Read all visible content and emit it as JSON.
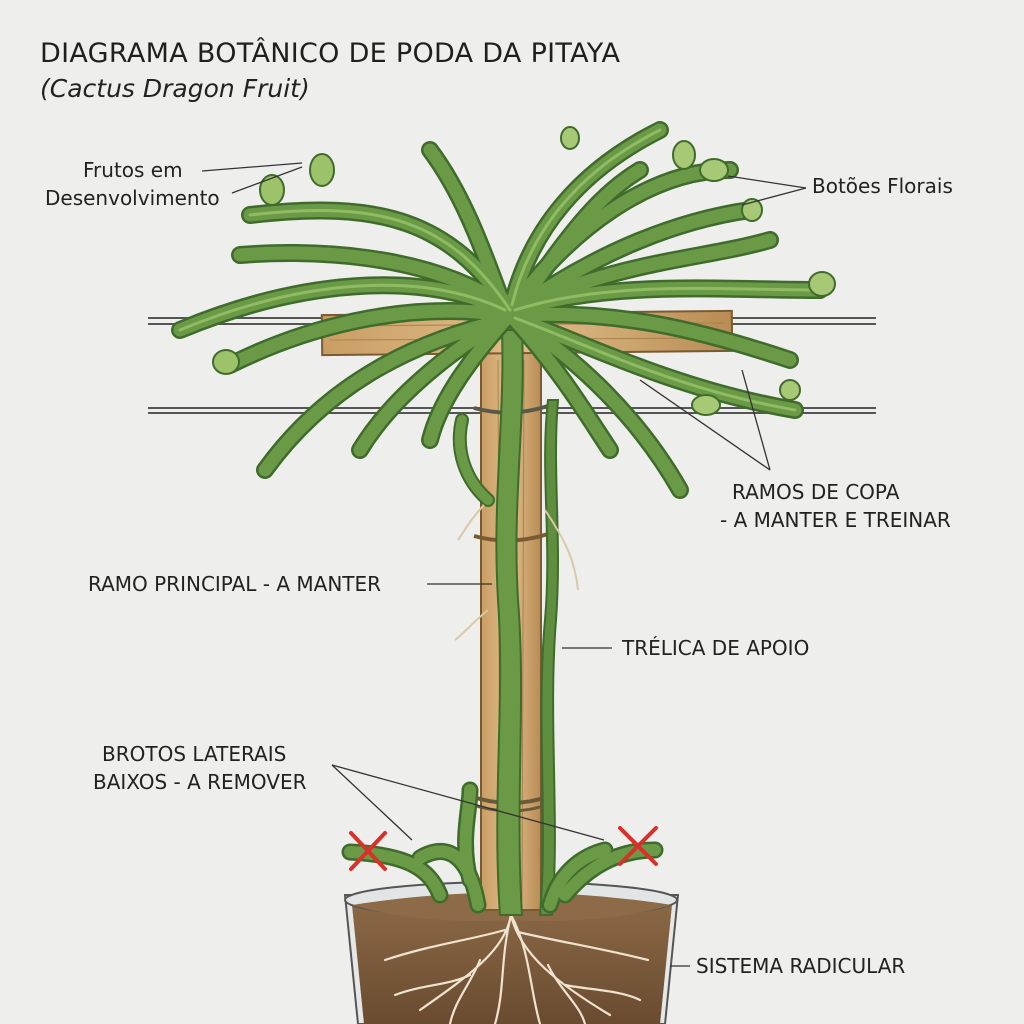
{
  "header": {
    "title": "DIAGRAMA BOTÂNICO DE PODA DA PITAYA",
    "subtitle": "(Cactus Dragon Fruit)"
  },
  "labels": {
    "fruits_line1": "Frutos em",
    "fruits_line2": "Desenvolvimento",
    "buds": "Botões Florais",
    "canopy_line1": "RAMOS DE COPA",
    "canopy_line2": "- A MANTER E TREINAR",
    "main_branch": "RAMO PRINCIPAL - A MANTER",
    "trellis": "TRÉLICA DE APOIO",
    "sprouts_line1": "BROTOS LATERAIS",
    "sprouts_line2": "BAIXOS - A REMOVER",
    "roots": "SISTEMA RADICULAR"
  },
  "colors": {
    "stem": "#6b9a47",
    "stem_dark": "#3f6b2c",
    "wood": "#d6b07a",
    "wood_dark": "#8a6a3e",
    "soil": "#7a5a3c",
    "remove_mark": "#d8312c"
  }
}
